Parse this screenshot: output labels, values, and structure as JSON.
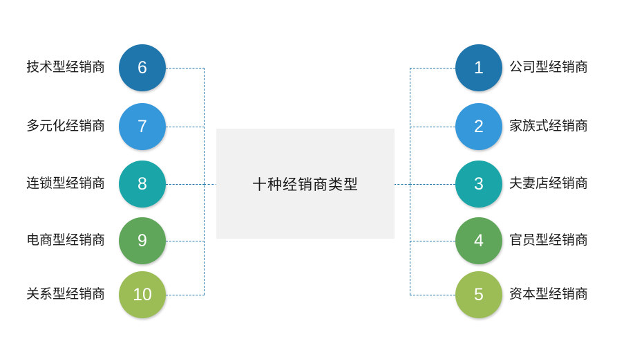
{
  "diagram": {
    "center": {
      "title": "十种经销商类型"
    },
    "colors": {
      "line": "#2277ab",
      "center_box_bg": "#f1f1f1",
      "text": "#1a1a1a",
      "number_text": "#ffffff"
    },
    "right_nodes": [
      {
        "number": "1",
        "label": "公司型经销商",
        "color": "#1f76ac"
      },
      {
        "number": "2",
        "label": "家族式经销商",
        "color": "#3598db"
      },
      {
        "number": "3",
        "label": "夫妻店经销商",
        "color": "#1aa6a8"
      },
      {
        "number": "4",
        "label": "官员型经销商",
        "color": "#60a65a"
      },
      {
        "number": "5",
        "label": "资本型经销商",
        "color": "#9cbc55"
      }
    ],
    "left_nodes": [
      {
        "number": "6",
        "label": "技术型经销商",
        "color": "#1f76ac"
      },
      {
        "number": "7",
        "label": "多元化经销商",
        "color": "#3598db"
      },
      {
        "number": "8",
        "label": "连锁型经销商",
        "color": "#1aa6a8"
      },
      {
        "number": "9",
        "label": "电商型经销商",
        "color": "#60a65a"
      },
      {
        "number": "10",
        "label": "关系型经销商",
        "color": "#9cbc55"
      }
    ]
  }
}
